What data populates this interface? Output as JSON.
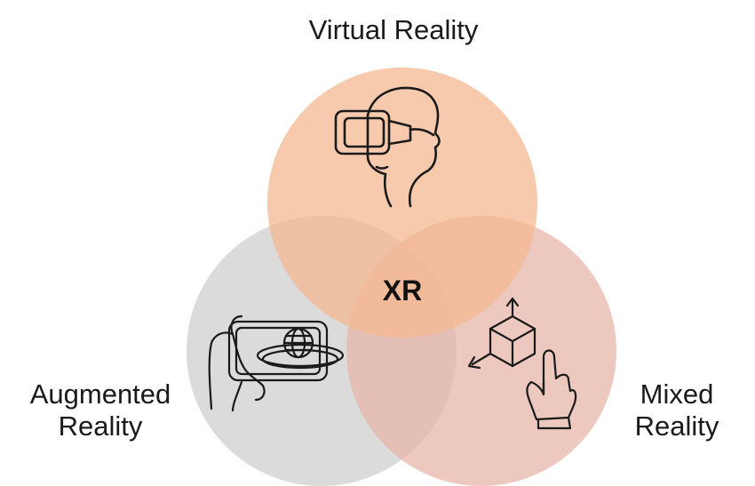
{
  "diagram": {
    "center_label": "XR",
    "circles": [
      {
        "id": "vr",
        "lines": [
          "Virtual Reality"
        ],
        "icon": "vr-headset-icon",
        "color": "#f5b892"
      },
      {
        "id": "ar",
        "lines": [
          "Augmented",
          "Reality"
        ],
        "icon": "ar-phone-globe-icon",
        "color": "#cfcfcf"
      },
      {
        "id": "mr",
        "lines": [
          "Mixed",
          "Reality"
        ],
        "icon": "mr-hand-cube-icon",
        "color": "#e6b6a8"
      }
    ]
  },
  "colors": {
    "vr_fill": "#f5b892",
    "ar_fill": "#cfcfcf",
    "mr_fill": "#e6b6a8",
    "text": "#1a1a1a",
    "icon_stroke": "#1a1a1a"
  }
}
